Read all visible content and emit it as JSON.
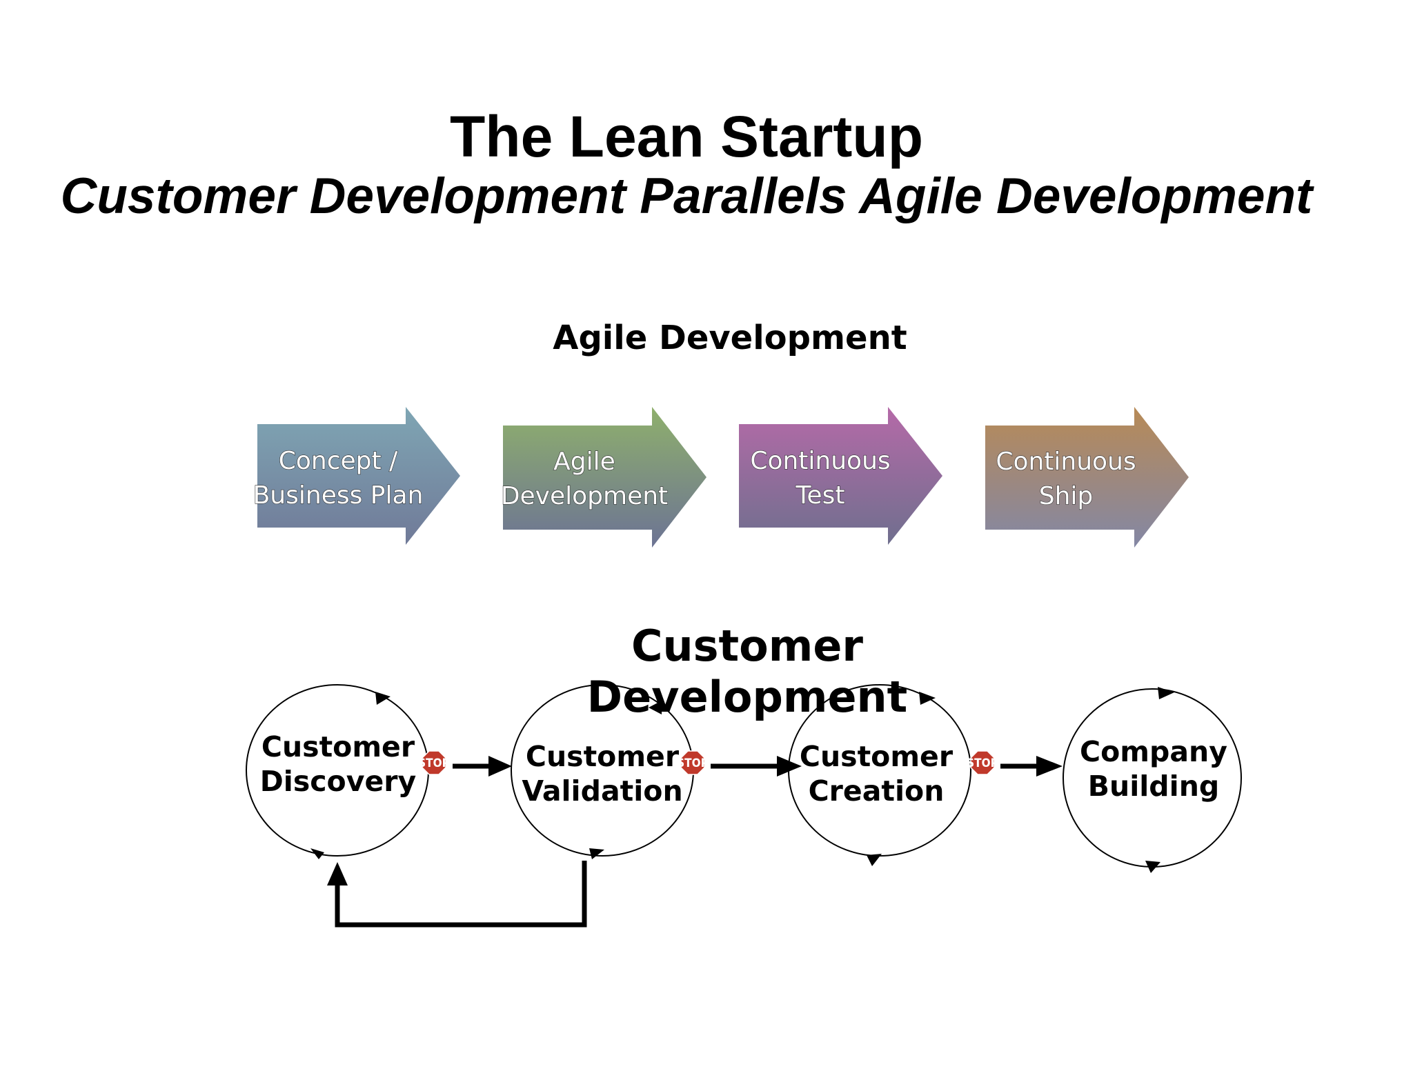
{
  "title": "The Lean Startup",
  "subtitle": "Customer Development Parallels Agile Development",
  "agile": {
    "label": "Agile Development",
    "steps": [
      {
        "line1": "Concept /",
        "line2": "Business Plan",
        "color_top": "#7fa6b4",
        "color_bottom": "#707a98"
      },
      {
        "line1": "Agile",
        "line2": "Development",
        "color_top": "#8fb06c",
        "color_bottom": "#6c7394"
      },
      {
        "line1": "Continuous",
        "line2": "Test",
        "color_top": "#b56aa8",
        "color_bottom": "#6f6f8e"
      },
      {
        "line1": "Continuous",
        "line2": "Ship",
        "color_top": "#b88a56",
        "color_bottom": "#8387a5"
      }
    ]
  },
  "customer": {
    "label": "Customer Development",
    "stages": [
      {
        "line1": "Customer",
        "line2": "Discovery"
      },
      {
        "line1": "Customer",
        "line2": "Validation"
      },
      {
        "line1": "Customer",
        "line2": "Creation"
      },
      {
        "line1": "Company",
        "line2": "Building"
      }
    ],
    "stop_sign_text": "STOP",
    "stop_color": "#c0392b"
  }
}
